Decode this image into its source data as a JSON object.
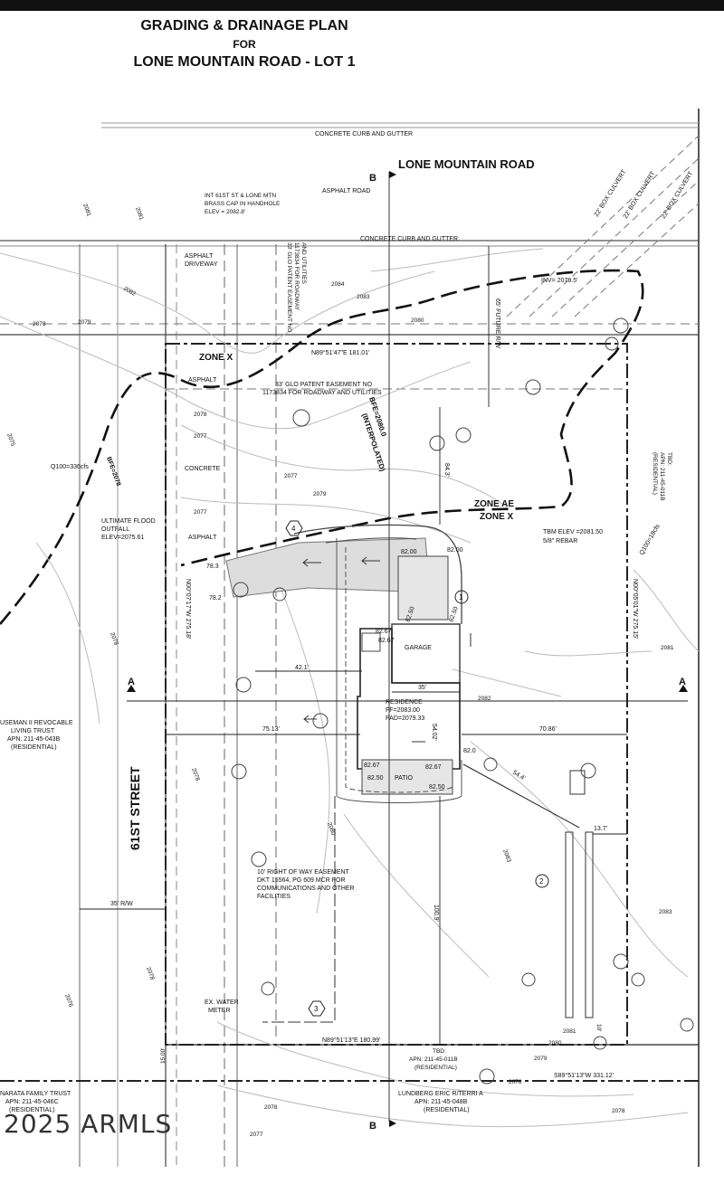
{
  "title": {
    "line1": "GRADING & DRAINAGE PLAN",
    "line2": "FOR",
    "line3": "LONE MOUNTAIN ROAD - LOT 1"
  },
  "labels": {
    "curb_top": "CONCRETE CURB AND GUTTER",
    "road_name": "LONE MOUNTAIN ROAD",
    "asphalt_road": "ASPHALT ROAD",
    "brass_cap_1": "INT 61ST ST & LONE MTN",
    "brass_cap_2": "BRASS CAP IN HANDHOLE",
    "brass_cap_3": "ELEV = 2082.8'",
    "box_culvert": "22' BOX CULVERT",
    "curb_mid": "CONCRETE CURB AND GUTTER",
    "glo_vert_1": "33' GLO PATENT EASEMENT NO",
    "glo_vert_2": "1173834 FOR ROADWAY",
    "glo_vert_3": "AND UTILITIES",
    "asphalt_driveway_1": "ASPHALT",
    "asphalt_driveway_2": "DRIVEWAY",
    "inv": "INV= 2079.5'",
    "future_rw": "65' FUTURE R/W",
    "zone_x_top": "ZONE X",
    "asphalt_small": "ASPHALT",
    "bearing_top": "N89°51'47\"E  181.01'",
    "glo_1": "33' GLO PATENT EASEMENT NO",
    "glo_2": "1173834 FOR ROADWAY AND UTILITIES",
    "bfe_2080": "BFE=2080.0",
    "interpolated": "(INTERPOLATED)",
    "concrete": "CONCRETE",
    "asphalt_left": "ASPHALT",
    "q100_left": "Q100=336cfs",
    "bfe_2078": "BFE=2078",
    "flood_1": "ULTIMATE FLOOD",
    "flood_2": "OUTFALL",
    "flood_3": "ELEV=2075.61",
    "dim_84": "84.3'",
    "zone_ae": "ZONE AE",
    "zone_x_mid": "ZONE X",
    "tbm_1": "TBM ELEV =2081.50",
    "tbm_2": "5/8\" REBAR",
    "q100_right": "Q100=18cfs",
    "tbd_right_1": "TBD:",
    "tbd_right_2": "APN: 211-45-011B",
    "tbd_right_3": "(RESIDENTIAL)",
    "bearing_right": "N00°05'01\"W  275.15'",
    "bearing_left": "N00°07'17\"W  275.18'",
    "garage": "GARAGE",
    "residence": "RESIDENCE",
    "ff": "FF=2083.00",
    "pad": "PAD=2079.33",
    "patio": "PATIO",
    "dim_35": "35'",
    "dim_42": "42.1'",
    "dim_75": "75.13'",
    "dim_70": "70.86'",
    "dim_54": "54.4'",
    "dim_13": "13.7'",
    "dim_100": "100.9'",
    "dim_54_02": "54.02'",
    "section_a": "A",
    "section_b": "B",
    "street_name": "61ST STREET",
    "rw_35": "35' R/W",
    "easement_1": "10' RIGHT OF WAY EASEMENT",
    "easement_2": "DKT 15564, PG 609 MCR FOR",
    "easement_3": "COMMUNICATIONS AND OTHER",
    "easement_4": "FACILITIES",
    "water_1": "EX. WATER",
    "water_2": "METER",
    "bearing_bottom": "N89°51'13\"E  180.99'",
    "tbd_bottom_1": "TBD:",
    "tbd_bottom_2": "APN: 211-45-011B",
    "tbd_bottom_3": "(RESIDENTIAL)",
    "bearing_far": "S89°51'13\"W   331.12'",
    "trust_left_1": "USEMAN II REVOCABLE",
    "trust_left_2": "LIVING TRUST",
    "trust_left_3": "APN: 211-45-043B",
    "trust_left_4": "(RESIDENTIAL)",
    "narata_1": "NARATA FAMILY TRUST",
    "narata_2": "APN: 211-45-046C",
    "narata_3": "(RESIDENTIAL)",
    "lundberg_1": "LUNDBERG ERIC R/TERRI A",
    "lundberg_2": "APN: 211-45-048B",
    "lundberg_3": "(RESIDENTIAL)",
    "dim_15": "15.00'",
    "dim_10": "10'",
    "callout_1": "1",
    "callout_2": "2",
    "callout_3": "3",
    "callout_4": "4",
    "el_8200a": "82.00",
    "el_8200b": "82.00",
    "el_8250a": "82.50",
    "el_8250b": "82.50",
    "el_8250c": "82.50",
    "el_8267a": "82.67",
    "el_8267b": "82.67",
    "el_8267c": "82.67",
    "el_8250d": "82.50",
    "el_820": "82.0",
    "el_783": "78.3",
    "el_782": "78.2"
  },
  "contours": [
    "2081",
    "2082",
    "2083",
    "2084",
    "2080",
    "2079",
    "2078",
    "2077",
    "2076",
    "2075"
  ],
  "watermark": "2025 ARMLS"
}
